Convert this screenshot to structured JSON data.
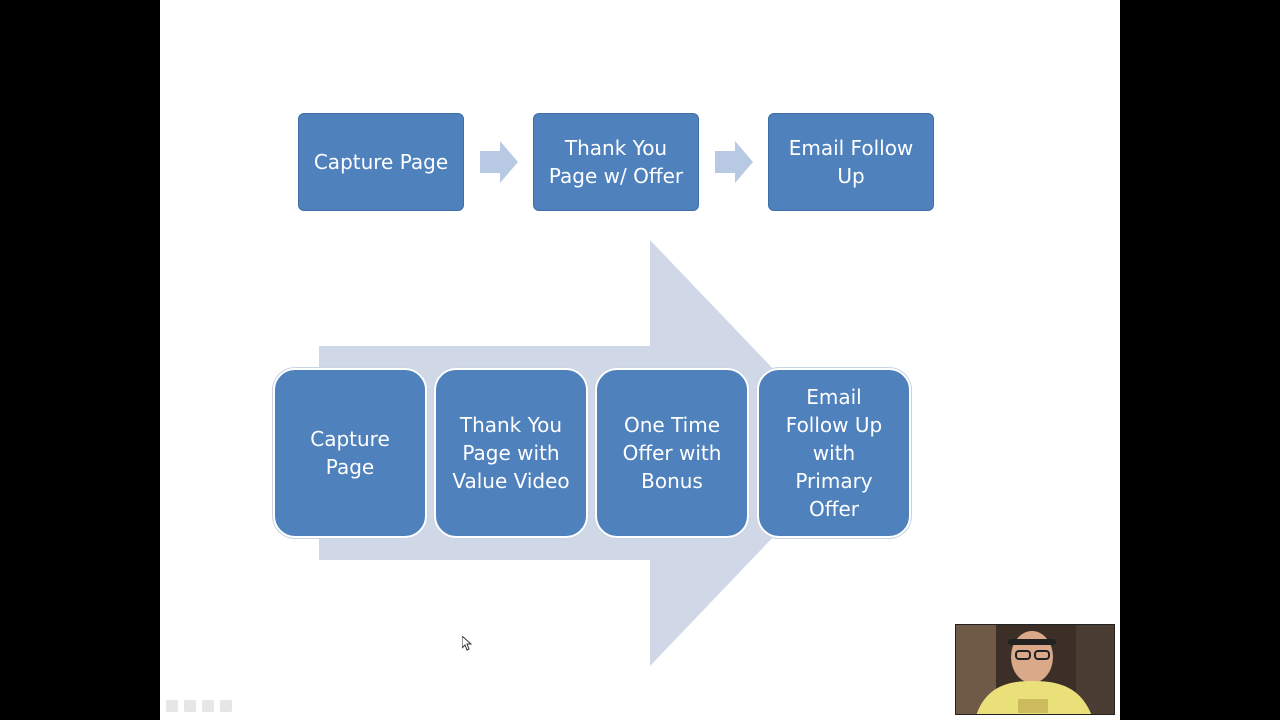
{
  "top_flow": {
    "steps": [
      {
        "label": "Capture Page"
      },
      {
        "label": "Thank You\nPage w/ Offer"
      },
      {
        "label": "Email Follow\nUp"
      }
    ]
  },
  "bottom_flow": {
    "steps": [
      {
        "label": "Capture\nPage"
      },
      {
        "label": "Thank You\nPage with\nValue Video"
      },
      {
        "label": "One Time\nOffer with\nBonus"
      },
      {
        "label": "Email\nFollow Up\nwith\nPrimary\nOffer"
      }
    ]
  },
  "colors": {
    "box_fill": "#4f81bd",
    "chevron_fill": "#b8c9e3",
    "big_arrow_fill": "#d0d8e8",
    "slide_background": "#ffffff",
    "letterbox": "#000000"
  },
  "icons": {
    "chevron": "right-chevron-arrow-icon",
    "big_arrow": "process-arrow-icon",
    "cursor": "mouse-pointer-icon"
  }
}
